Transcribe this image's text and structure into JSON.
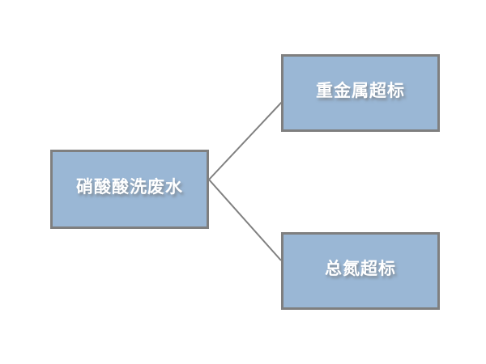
{
  "diagram": {
    "background_color": "#ffffff",
    "node_fill_color": "#9ab7d5",
    "node_border_color": "#7f7f7f",
    "connector_color": "#808080",
    "label_color": "#ffffff",
    "nodes": [
      {
        "id": "source",
        "label": "硝酸酸洗废水"
      },
      {
        "id": "heavy-metal",
        "label": "重金属超标"
      },
      {
        "id": "total-nitrogen",
        "label": "总氮超标"
      }
    ],
    "connectors": [
      {
        "from": "source",
        "to": "heavy-metal"
      },
      {
        "from": "source",
        "to": "total-nitrogen"
      }
    ]
  }
}
